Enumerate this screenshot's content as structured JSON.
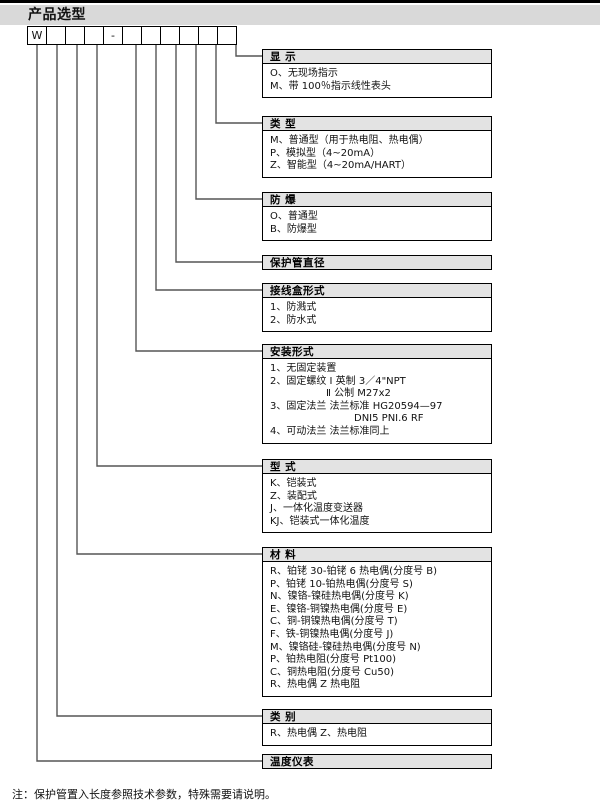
{
  "document": {
    "title": "产品选型",
    "note": "注：保护管置入长度参照技术参数，特殊需要请说明。"
  },
  "code_bar": {
    "cells": [
      "W",
      "",
      "",
      "",
      "-",
      "",
      "",
      "",
      "",
      "",
      ""
    ]
  },
  "panels": [
    {
      "id": "display",
      "header": "显      示",
      "rows": [
        "O、无现场指示",
        "M、带 100％指示线性表头"
      ]
    },
    {
      "id": "type",
      "header": "类      型",
      "rows": [
        "M、普通型（用于热电阻、热电偶）",
        "P、模拟型（4~20mA）",
        "Z、智能型（4~20mA/HART）"
      ]
    },
    {
      "id": "explosion-proof",
      "header": "防      爆",
      "rows": [
        "O、普通型",
        "B、防爆型"
      ]
    },
    {
      "id": "protection-tube-diameter",
      "header": "保护管直径",
      "rows": []
    },
    {
      "id": "junction-box",
      "header": "接线盒形式",
      "rows": [
        "1、防溅式",
        "2、防水式"
      ]
    },
    {
      "id": "installation",
      "header": "安装形式",
      "rows": [
        "1、无固定装置",
        "2、固定螺纹   I 英制 3／4\"NPT",
        "Ⅱ 公制 M27x2",
        "3、固定法兰   法兰标准 HG20594—97",
        "DNI5 PNI.6 RF",
        "4、可动法兰    法兰标准同上"
      ]
    },
    {
      "id": "model-style",
      "header": "型      式",
      "rows": [
        "K、铠装式",
        "Z、装配式",
        "J、一体化温度变送器",
        "KJ、铠装式一体化温度"
      ]
    },
    {
      "id": "material",
      "header": "材      料",
      "rows": [
        "R、铂铑 30-铂铑 6 热电偶(分度号 B)",
        "P、铂铑 10-铂热电偶(分度号 S)",
        "N、镍铬-镍硅热电偶(分度号 K)",
        "E、镍铬-铜镍热电偶(分度号 E)",
        "C、铜-铜镍热电偶(分度号 T)",
        "F、铁-铜镍热电偶(分度号 J)",
        "M、镍铬硅-镍硅热电偶(分度号 N)",
        "P、铂热电阻(分度号 Pt100)",
        "C、铜热电阻(分度号 Cu50)",
        "R、热电偶 Z 热电阻"
      ]
    },
    {
      "id": "category",
      "header": "类      别",
      "rows": [
        "R、热电偶  Z、热电阻"
      ]
    },
    {
      "id": "instrument",
      "header": "温度仪表",
      "rows": []
    }
  ],
  "colors": {
    "header_band": "#d9d9d9",
    "panel_header": "#e3e3e3",
    "line": "#555555",
    "border": "#000000",
    "text": "#111111"
  }
}
